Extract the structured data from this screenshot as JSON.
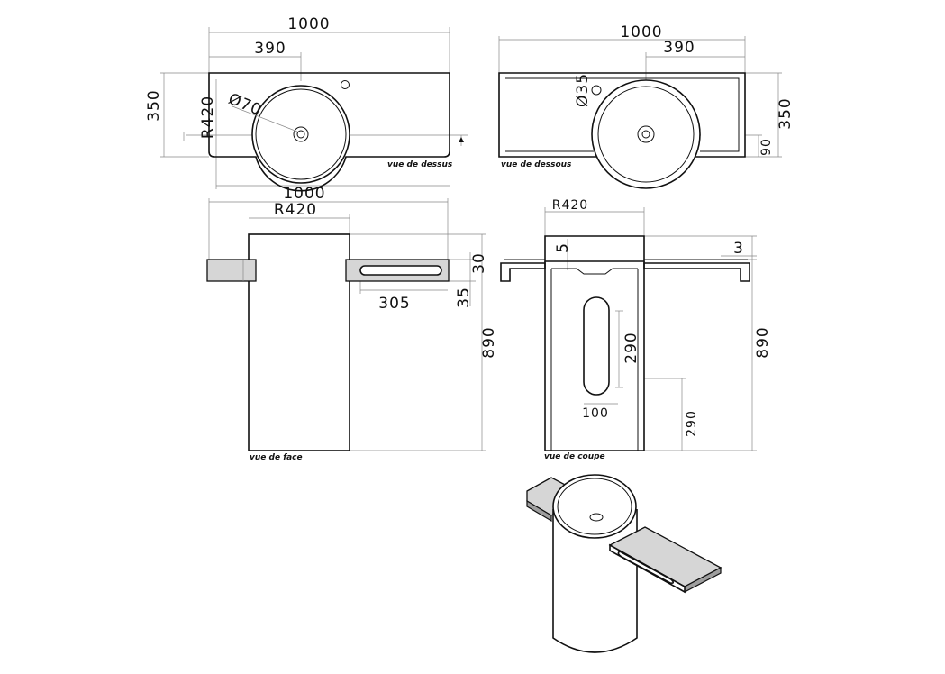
{
  "views": {
    "top": {
      "caption": "vue de dessus",
      "dims": {
        "width": "1000",
        "offset": "390",
        "depth": "350",
        "radius": "R420",
        "drain": "Ø70"
      }
    },
    "bottom": {
      "caption": "vue de dessous",
      "dims": {
        "width": "1000",
        "offset": "390",
        "hole": "Ø35",
        "depth": "350",
        "height": "90"
      }
    },
    "front": {
      "caption": "vue de face",
      "dims": {
        "width": "1000",
        "radius": "R420",
        "thickness": "30",
        "slot_height": "35",
        "slot_length": "305",
        "total_height": "890"
      }
    },
    "section": {
      "caption": "vue de coupe",
      "dims": {
        "radius": "R420",
        "rim": "5",
        "wall": "3",
        "opening_height": "290",
        "opening_width": "100",
        "floor_height": "290",
        "total_height": "890"
      }
    }
  },
  "colors": {
    "line": "#111111",
    "dimension_line": "#888888",
    "shade": "#d6d6d6",
    "shade_dark": "#9e9e9e"
  }
}
